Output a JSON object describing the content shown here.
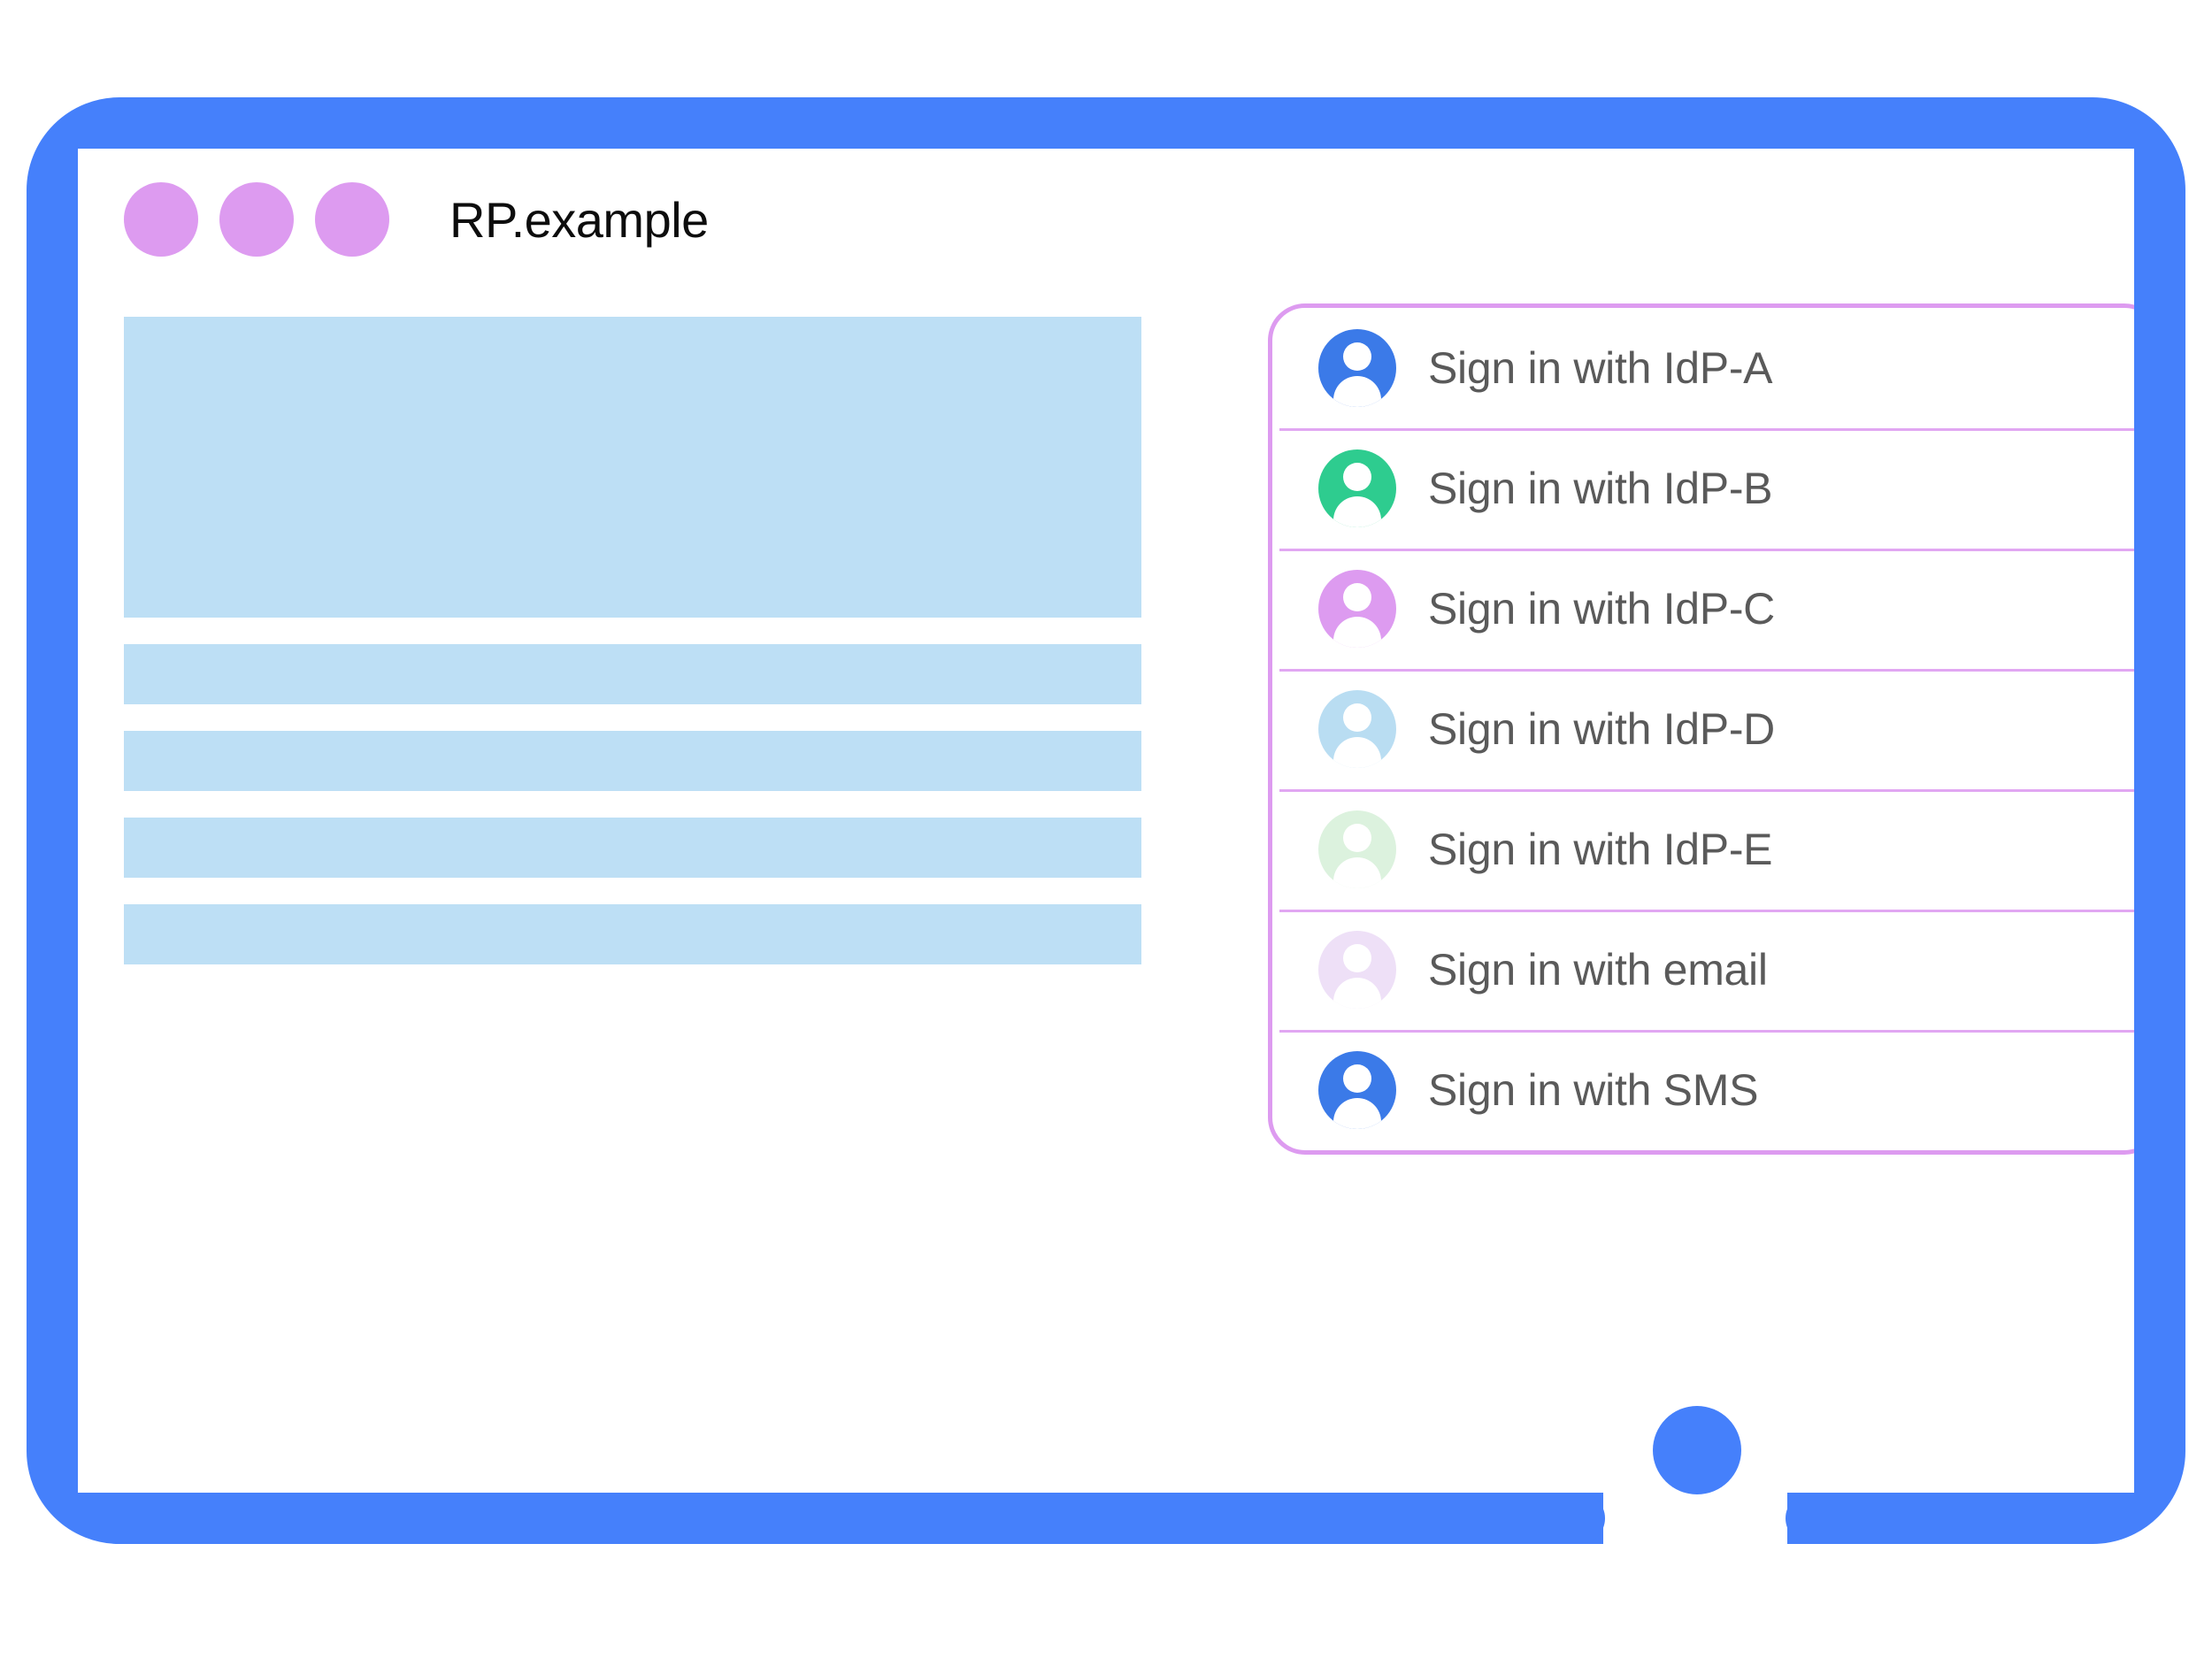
{
  "window": {
    "title": "RP.example",
    "titlebar_dots": [
      "dot-1",
      "dot-2",
      "dot-3"
    ],
    "dot_color": "#dd9bf0"
  },
  "theme": {
    "device_frame_color": "#4580fb",
    "placeholder_color": "#bddff5",
    "card_border_color": "#dd9bf0",
    "divider_color": "#e1a7f2",
    "label_text_color": "#5a5a5a",
    "title_text_color": "#0d0d0d",
    "screen_background": "#ffffff"
  },
  "content_placeholders": [
    {
      "name": "hero-placeholder",
      "kind": "hero"
    },
    {
      "name": "text-line-placeholder-1",
      "kind": "line"
    },
    {
      "name": "text-line-placeholder-2",
      "kind": "line"
    },
    {
      "name": "text-line-placeholder-3",
      "kind": "line"
    },
    {
      "name": "text-line-placeholder-4",
      "kind": "line"
    }
  ],
  "account_chooser": {
    "items": [
      {
        "label": "Sign in with IdP-A",
        "avatar_color": "#3b7ae8",
        "avatar_name": "avatar-idp-a"
      },
      {
        "label": "Sign in with IdP-B",
        "avatar_color": "#2ecc8f",
        "avatar_name": "avatar-idp-b"
      },
      {
        "label": "Sign in with IdP-C",
        "avatar_color": "#dd9bf0",
        "avatar_name": "avatar-idp-c"
      },
      {
        "label": "Sign in with IdP-D",
        "avatar_color": "#b9ddf2",
        "avatar_name": "avatar-idp-d"
      },
      {
        "label": "Sign in with IdP-E",
        "avatar_color": "#dcf2de",
        "avatar_name": "avatar-idp-e"
      },
      {
        "label": "Sign in with email",
        "avatar_color": "#eee0f7",
        "avatar_name": "avatar-email"
      },
      {
        "label": "Sign in with SMS",
        "avatar_color": "#3b7ae8",
        "avatar_name": "avatar-sms"
      }
    ]
  },
  "device": {
    "home_button": "home-button",
    "bottom_bar": "bottom-bar"
  }
}
